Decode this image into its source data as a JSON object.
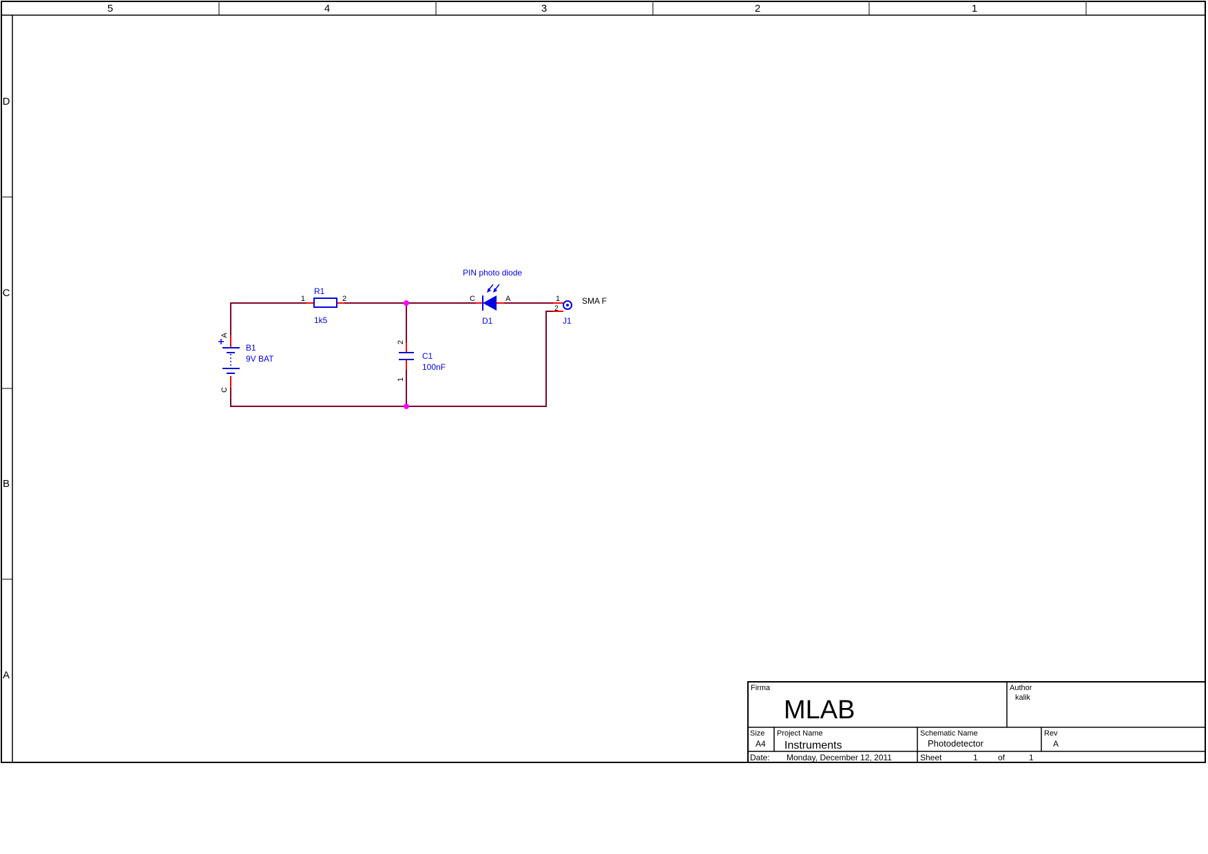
{
  "frame": {
    "cols": [
      "5",
      "4",
      "3",
      "2",
      "1"
    ],
    "rows": [
      "D",
      "C",
      "B",
      "A"
    ]
  },
  "schematic": {
    "note": "PIN photo diode",
    "battery": {
      "ref": "B1",
      "value": "9V BAT",
      "pin_top": "A",
      "pin_bottom": "C"
    },
    "resistor": {
      "ref": "R1",
      "value": "1k5",
      "pin1": "1",
      "pin2": "2"
    },
    "capacitor": {
      "ref": "C1",
      "value": "100nF",
      "pin_top": "2",
      "pin_bottom": "1"
    },
    "diode": {
      "ref": "D1",
      "pin_cathode": "C",
      "pin_anode": "A"
    },
    "connector": {
      "ref": "J1",
      "type": "SMA F",
      "pin1": "1",
      "pin2": "2"
    }
  },
  "titleblock": {
    "firma_label": "Firma",
    "company": "MLAB",
    "author_label": "Author",
    "author": "kalik",
    "size_label": "Size",
    "size": "A4",
    "project_label": "Project Name",
    "project": "Instruments",
    "schematic_label": "Schematic Name",
    "schematic": "Photodetector",
    "rev_label": "Rev",
    "rev": "A",
    "date_label": "Date:",
    "date": "Monday, December 12, 2011",
    "sheet_label": "Sheet",
    "sheet": "1",
    "of_label": "of",
    "total": "1"
  },
  "colors": {
    "wire": "#7f0022",
    "pin": "#ff0000",
    "component": "#0000e0",
    "label": "#0000ee",
    "junction": "#ff00ff",
    "frame": "#000000"
  }
}
